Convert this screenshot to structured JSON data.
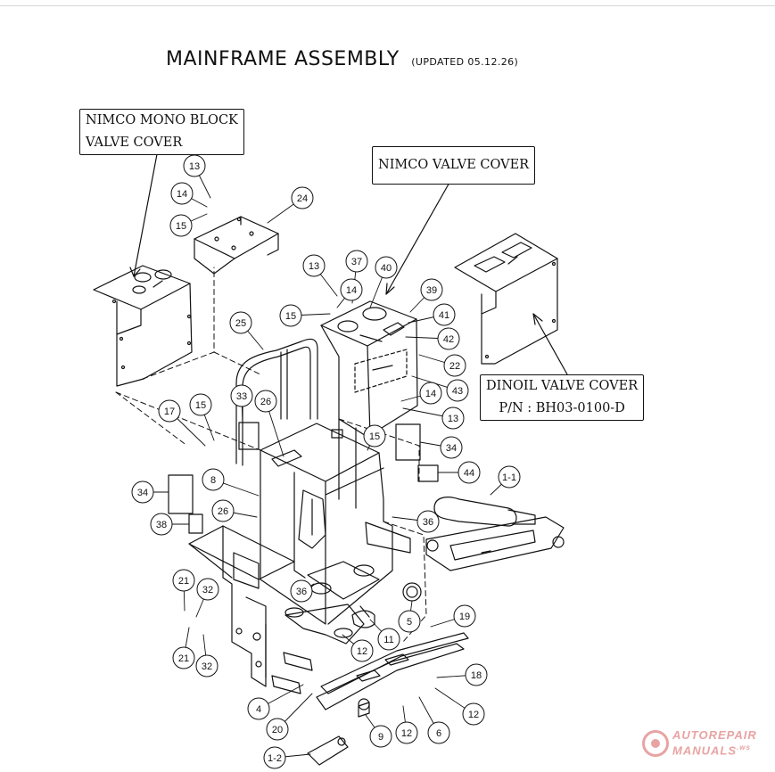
{
  "title": "MAINFRAME ASSEMBLY",
  "title_note": "(UPDATED 05.12.26)",
  "callouts": {
    "nimco_mono_block": [
      "NIMCO MONO BLOCK",
      "VALVE COVER"
    ],
    "nimco_valve_cover": "NIMCO VALVE COVER",
    "dinoil_valve_cover": [
      "DINOIL VALVE COVER",
      "P/N : BH03-0100-D"
    ]
  },
  "part_labels": [
    "13",
    "14",
    "15",
    "24",
    "13",
    "37",
    "40",
    "14",
    "39",
    "15",
    "41",
    "42",
    "25",
    "22",
    "43",
    "14",
    "13",
    "33",
    "26",
    "17",
    "15",
    "15",
    "34",
    "8",
    "44",
    "1-1",
    "34",
    "26",
    "38",
    "36",
    "36",
    "21",
    "32",
    "5",
    "11",
    "19",
    "21",
    "32",
    "12",
    "18",
    "4",
    "20",
    "9",
    "12",
    "6",
    "12",
    "1-2"
  ],
  "watermark": {
    "brand": "AUTOREPAIR",
    "line2": "MANUALS",
    "suffix": ".ws"
  }
}
